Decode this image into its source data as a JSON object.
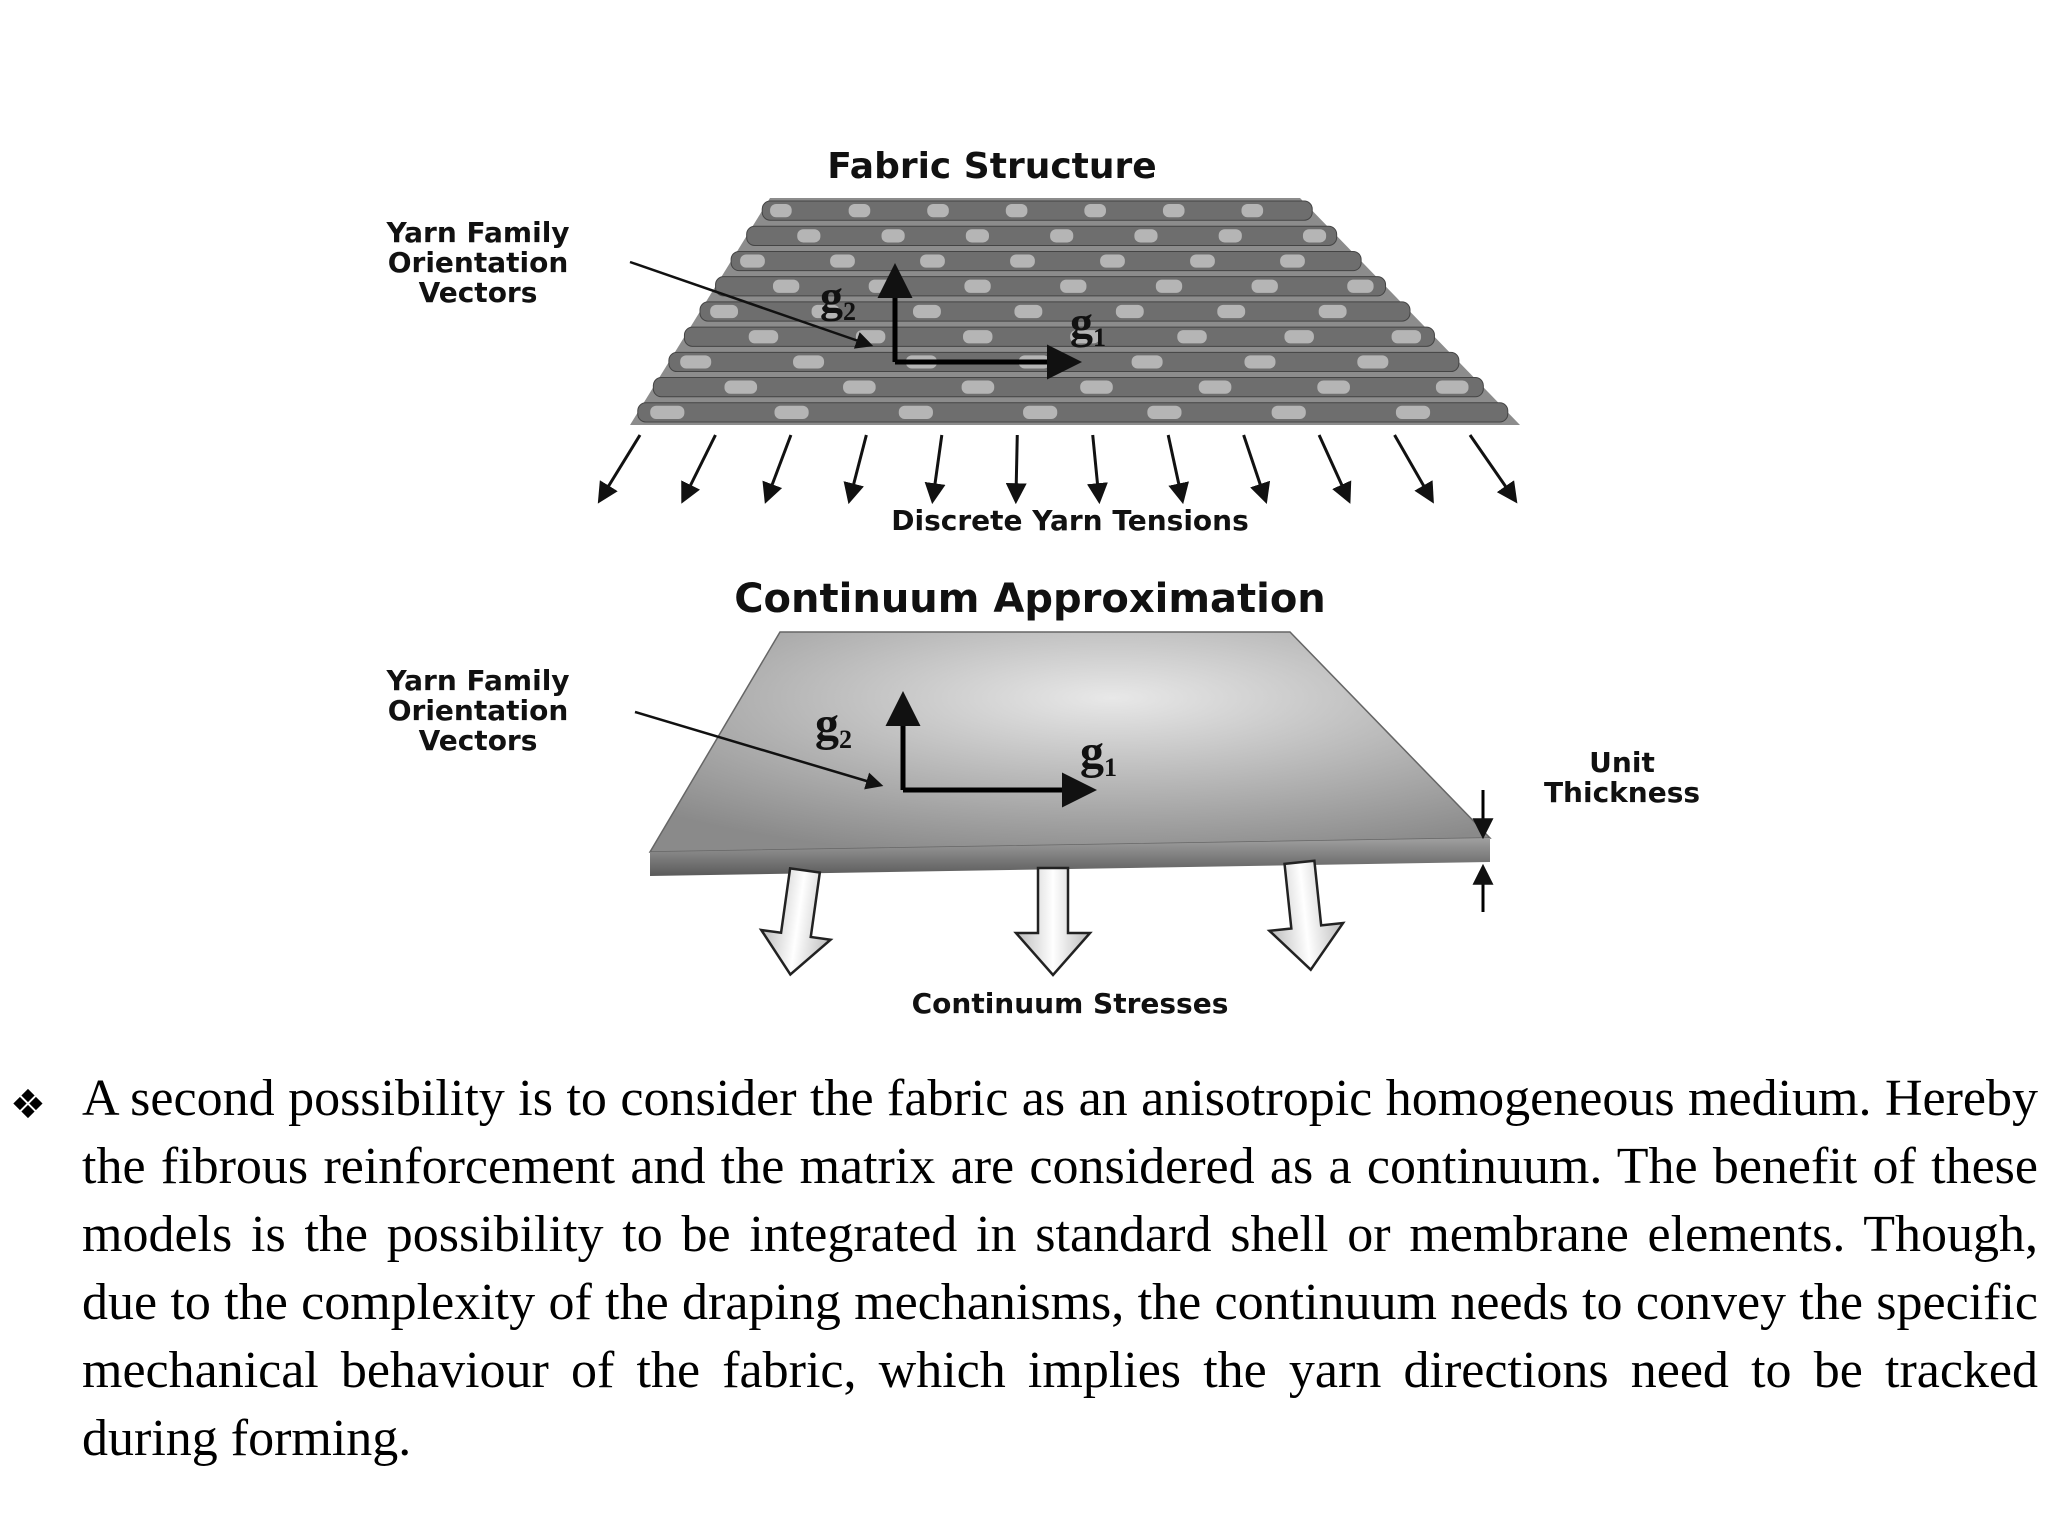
{
  "figure": {
    "top_title": "Fabric Structure",
    "top_vectors_label": [
      "Yarn Family",
      "Orientation",
      "Vectors"
    ],
    "top_caption": "Discrete Yarn Tensions",
    "bottom_title": "Continuum Approximation",
    "bottom_vectors_label": [
      "Yarn Family",
      "Orientation",
      "Vectors"
    ],
    "thickness_label": [
      "Unit",
      "Thickness"
    ],
    "bottom_caption": "Continuum Stresses",
    "vector_g": "g",
    "vector_1": "1",
    "vector_2": "2"
  },
  "bullet": {
    "icon": "diamond-bullet-icon",
    "text": "A second possibility is to consider the fabric as an anisotropic homogeneous medium. Hereby the fibrous reinforcement and the matrix are considered as a continuum. The benefit of these models is the possibility to be integrated in standard shell or membrane elements. Though, due to the complexity of the draping mechanisms, the continuum needs to convey the specific mechanical behaviour of the fabric, which implies the yarn directions need to be tracked during forming."
  }
}
